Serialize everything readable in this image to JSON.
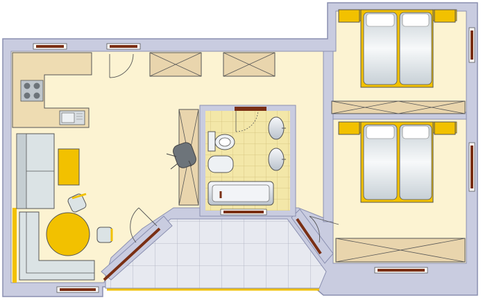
{
  "colors": {
    "wall": "#c9cce0",
    "wall_stroke": "#8a8fb0",
    "floor": "#fcf3d2",
    "kitchen_counter": "#eedcb2",
    "yellow": "#f2c100",
    "window": "#7a2f14",
    "wardrobe": "#e9d5ad",
    "tile_wall": "#f3e7a8",
    "tile_floor": "#e7e9f0",
    "furniture": "#d6dde0",
    "line": "#555555"
  },
  "rooms": [
    {
      "name": "living-kitchen"
    },
    {
      "name": "bathroom"
    },
    {
      "name": "bedroom-1"
    },
    {
      "name": "bedroom-2"
    },
    {
      "name": "entrance-hall"
    }
  ],
  "icons": [
    "stove-icon",
    "sink-icon",
    "sofa-icon",
    "table-icon",
    "chair-icon",
    "bed-icon",
    "toilet-icon",
    "bathtub-icon",
    "washbasin-icon",
    "wardrobe-icon",
    "door-swing-icon",
    "window-icon",
    "armchair-icon"
  ]
}
